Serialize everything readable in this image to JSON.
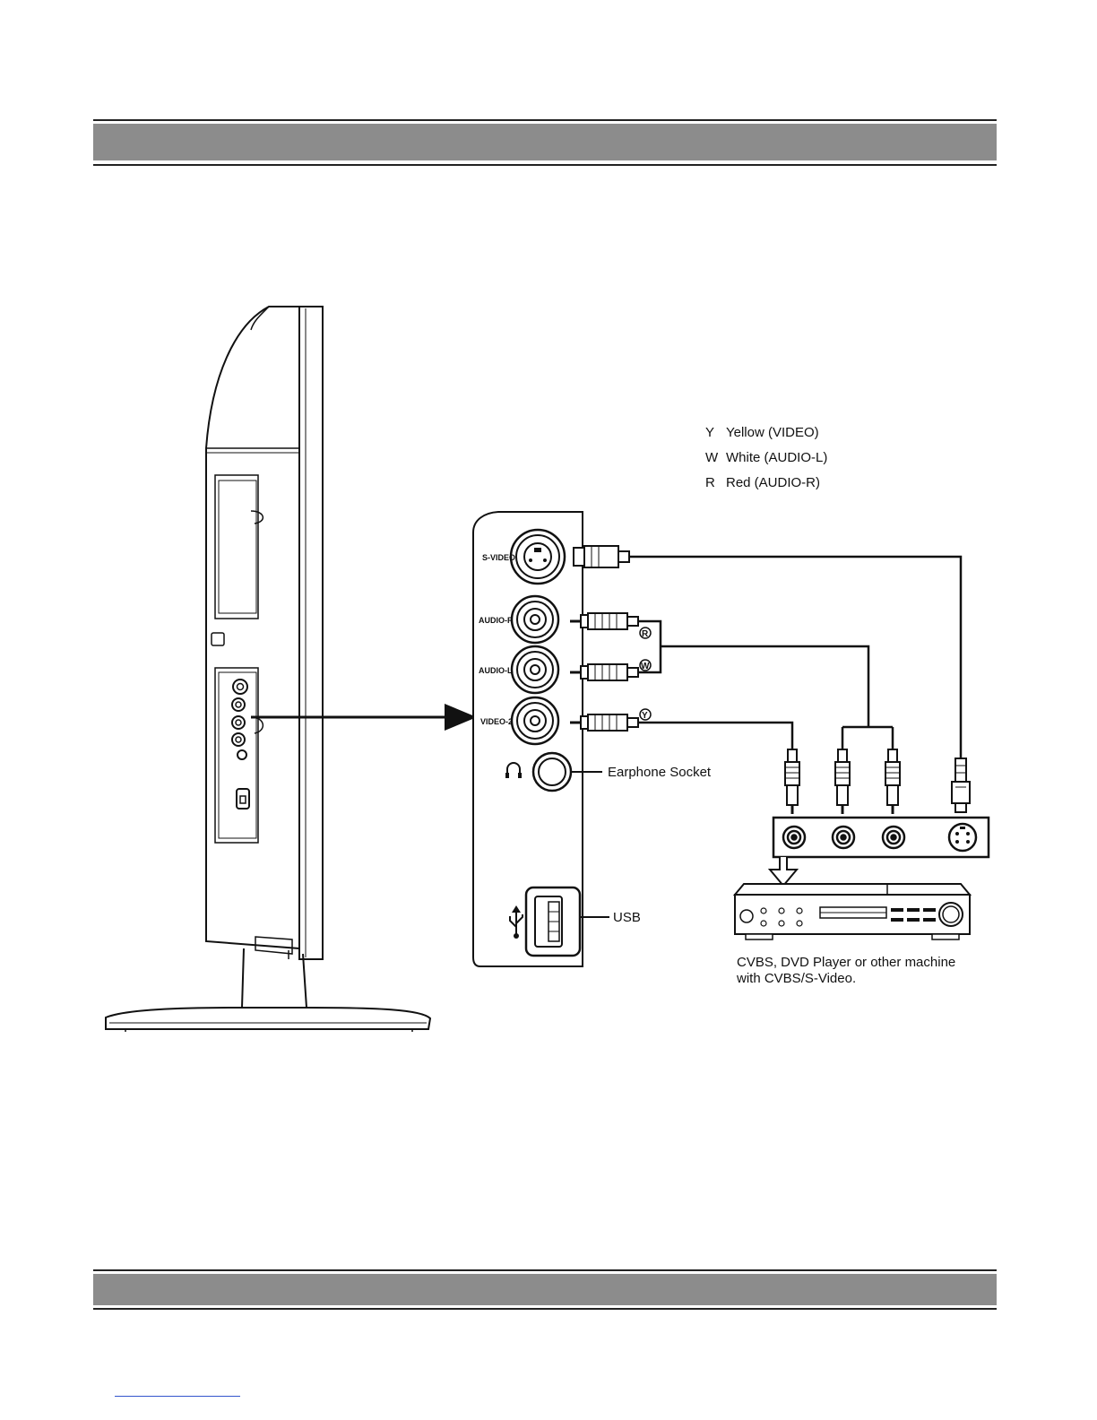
{
  "panel": {
    "jacks": [
      {
        "label": "S-VIDEO"
      },
      {
        "label": "AUDIO-R"
      },
      {
        "label": "AUDIO-L"
      },
      {
        "label": "VIDEO-2"
      }
    ],
    "earphone_label": "Earphone Socket",
    "usb_label": "USB"
  },
  "legend": {
    "items": [
      {
        "code": "Y",
        "text": "Yellow (VIDEO)"
      },
      {
        "code": "W",
        "text": "White (AUDIO-L)"
      },
      {
        "code": "R",
        "text": "Red (AUDIO-R)"
      }
    ]
  },
  "plug_marks": {
    "r": "R",
    "w": "W",
    "y": "Y"
  },
  "source_device": {
    "caption_line1": "CVBS, DVD Player or other machine",
    "caption_line2": "with CVBS/S-Video."
  }
}
